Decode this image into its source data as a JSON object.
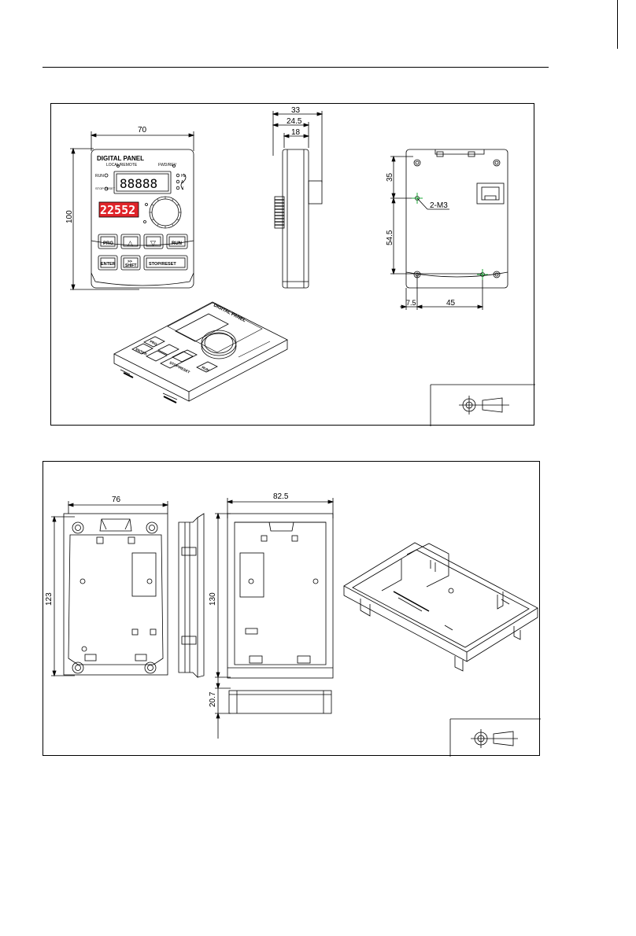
{
  "panel_top": {
    "front": {
      "dim_width": "70",
      "dim_height": "100",
      "title": "DIGITAL PANEL",
      "subtitle": "LOCAL/REMOTE",
      "fwd_rev": "FWD/REV",
      "led_run": "RUN",
      "led_stop": "STOP RESET",
      "unit_hz": "Hz",
      "unit_a": "A",
      "unit_v": "V",
      "lcd_text": "88888",
      "red_display": "22552",
      "btn_prg": "PRG",
      "btn_up": "△",
      "btn_down": "▽",
      "btn_run": "RUN",
      "btn_enter": "ENTER",
      "btn_shift_symbol": ">>",
      "btn_shift": "SHIFT",
      "btn_stop_reset": "STOP/RESET"
    },
    "side": {
      "dim_33": "33",
      "dim_24_5": "24.5",
      "dim_18": "18"
    },
    "back": {
      "dim_35": "35",
      "dim_54_5": "54.5",
      "dim_7_5": "7.5",
      "dim_45": "45",
      "label_2m3": "2-M3"
    },
    "iso": {
      "title": "DIGITAL PANEL",
      "btn_prg": "PRG",
      "btn_enter": "ENTER",
      "btn_stop_reset": "STOP/RESET",
      "btn_run": "RUN"
    }
  },
  "bracket_bottom": {
    "dim_76": "76",
    "dim_123": "123",
    "dim_82_5": "82.5",
    "dim_130": "130",
    "dim_20_7": "20.7"
  },
  "colors": {
    "display_red": "#e0242a",
    "mark_green": "#1faa3a"
  },
  "icons": {
    "projection_symbol": "first-angle-projection-icon"
  }
}
